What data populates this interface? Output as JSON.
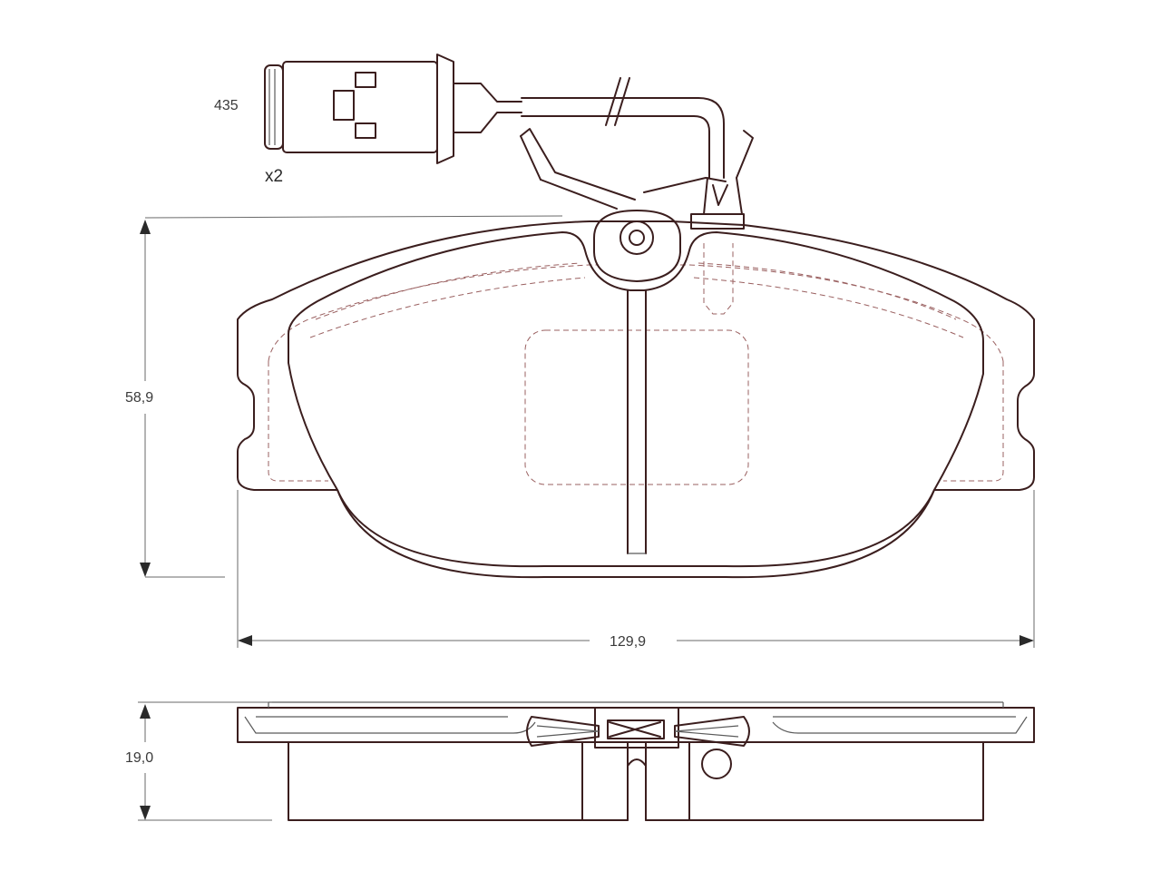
{
  "dimensions": {
    "wire_length": "435",
    "quantity": "x2",
    "height": "58,9",
    "width": "129,9",
    "thickness": "19,0"
  },
  "colors": {
    "friction_fill": "#f2a9ab",
    "outline": "#3b1e1e",
    "backing_plate": "#ffffff"
  }
}
